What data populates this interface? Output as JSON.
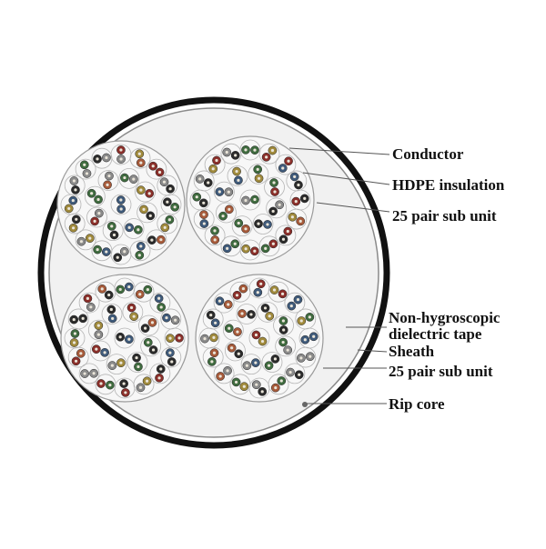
{
  "diagram": {
    "labels": {
      "conductor": "Conductor",
      "hdpe_insulation": "HDPE insulation",
      "sub_unit_top": "25 pair sub unit",
      "tape_line1": "Non-hygroscopic",
      "tape_line2": "dielectric tape",
      "sheath": "Sheath",
      "sub_unit_bottom": "25 pair sub unit",
      "rip_core": "Rip core"
    },
    "pair_colors": [
      "#2b2b2b",
      "#8a2f2a",
      "#3f5a7a",
      "#3f6b3f",
      "#a08a3c",
      "#8a8a8a",
      "#a65a3a"
    ]
  }
}
